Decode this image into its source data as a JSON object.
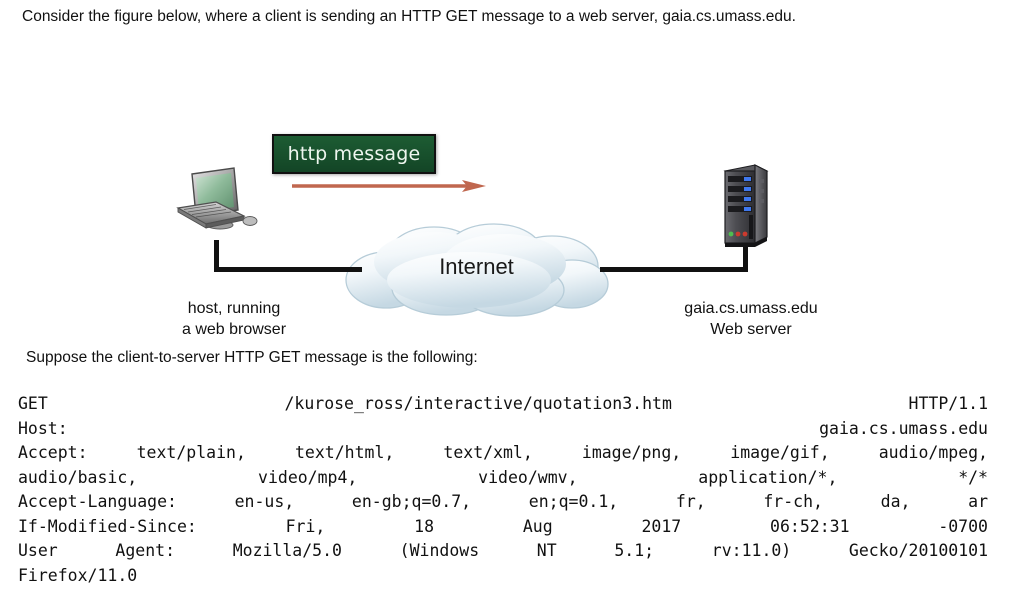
{
  "intro": {
    "text": "Consider the figure below, where a client is sending an HTTP GET message to a web server, gaia.cs.umass.edu."
  },
  "figure": {
    "message_banner": "http message",
    "cloud_label": "Internet",
    "host_caption_line1": "host, running",
    "host_caption_line2": "a web browser",
    "server_caption_line1": "gaia.cs.umass.edu",
    "server_caption_line2": "Web server",
    "colors": {
      "banner_bg": "#17512c",
      "banner_text": "#eef6ef",
      "banner_border": "#111111",
      "arrow": "#c0674f",
      "wire": "#111111",
      "cloud_fill": "#eef4f8",
      "cloud_edge": "#b9cdd8",
      "server_body": "#4a4a4f",
      "server_led": "#3b6fe0",
      "server_led_green": "#4fbf4f",
      "server_led_red": "#cc3a2e",
      "host_screen": "#7fae8d"
    }
  },
  "suppose": {
    "text": "Suppose the client-to-server HTTP GET message is the following:"
  },
  "http_message": {
    "lines": [
      {
        "text": "GET /kurose_ross/interactive/quotation3.htm HTTP/1.1",
        "justify": true
      },
      {
        "text": "Host: gaia.cs.umass.edu",
        "justify": true
      },
      {
        "text": "Accept: text/plain, text/html, text/xml, image/png, image/gif, audio/mpeg,",
        "justify": true
      },
      {
        "text": "audio/basic, video/mp4, video/wmv, application/*, */*",
        "justify": true
      },
      {
        "text": "Accept-Language: en-us, en-gb;q=0.7, en;q=0.1, fr, fr-ch, da, ar",
        "justify": true
      },
      {
        "text": "If-Modified-Since: Fri, 18 Aug 2017 06:52:31 -0700",
        "justify": true
      },
      {
        "text": "User Agent: Mozilla/5.0 (Windows NT 5.1; rv:11.0) Gecko/20100101",
        "justify": true
      },
      {
        "text": "Firefox/11.0",
        "justify": false
      }
    ]
  }
}
